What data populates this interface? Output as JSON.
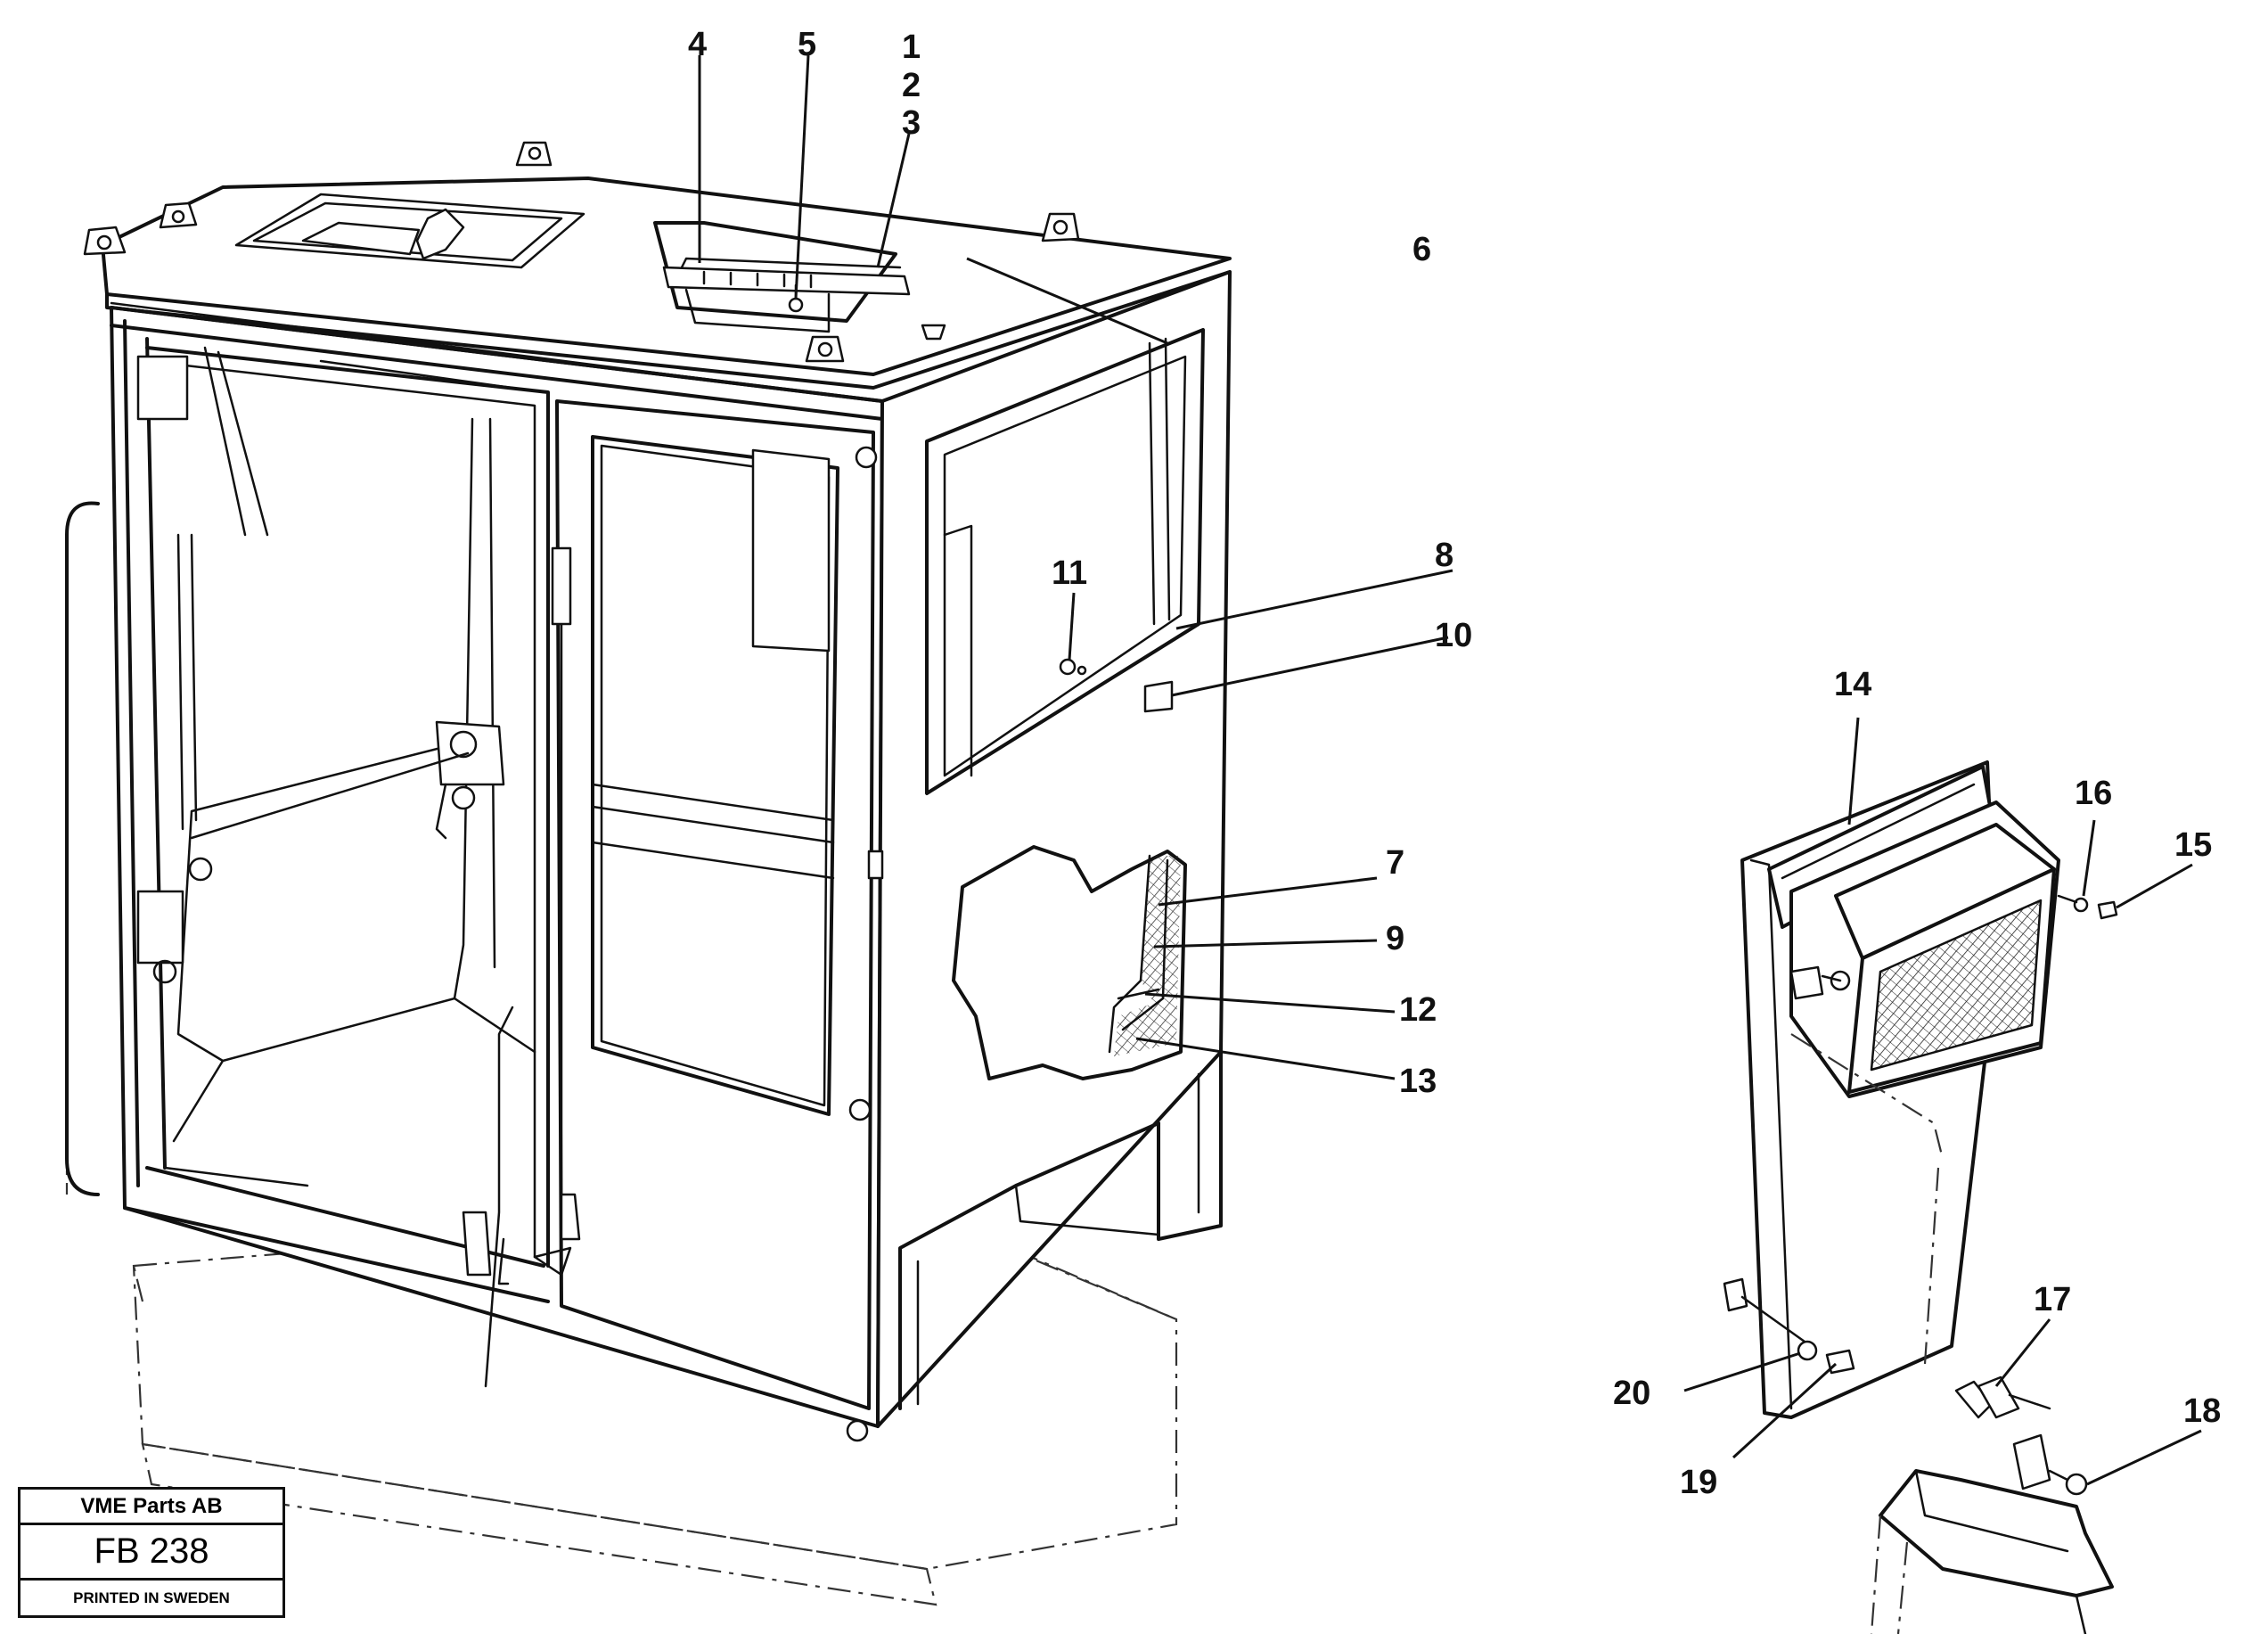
{
  "title_block": {
    "company": "VME Parts AB",
    "code": "FB 238",
    "printed": "PRINTED IN SWEDEN"
  },
  "labels": [
    "1",
    "2",
    "3",
    "4",
    "5",
    "6",
    "7",
    "8",
    "9",
    "10",
    "11",
    "12",
    "13",
    "14",
    "15",
    "16",
    "17",
    "18",
    "19",
    "20"
  ],
  "colors": {
    "ink": "#111111",
    "paper": "#ffffff"
  }
}
